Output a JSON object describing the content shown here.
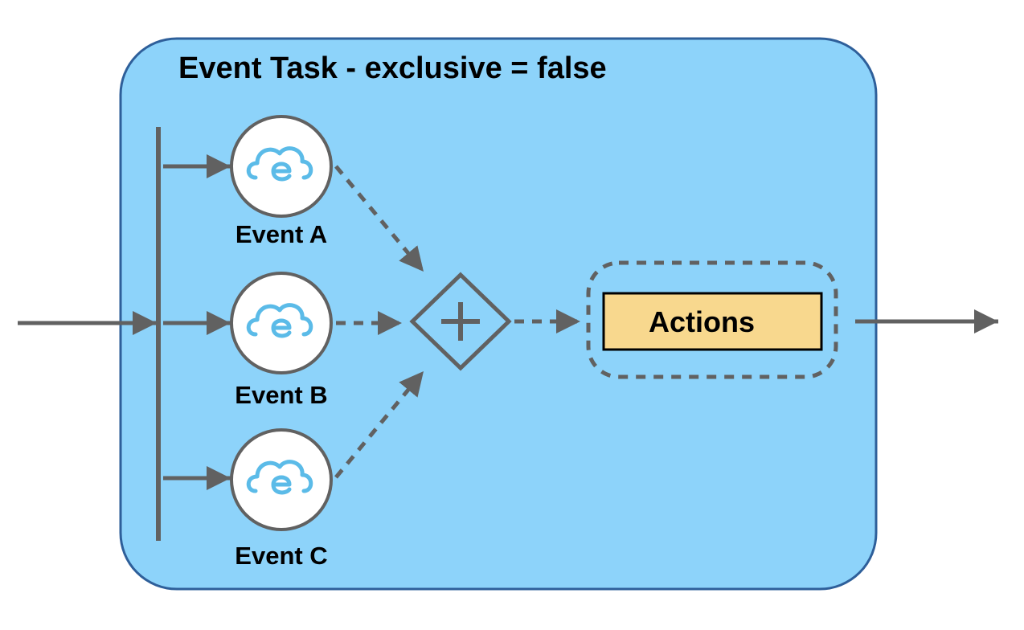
{
  "diagram": {
    "title": "Event Task - exclusive = false",
    "events": [
      {
        "label": "Event A",
        "icon": "cloud-event-icon"
      },
      {
        "label": "Event B",
        "icon": "cloud-event-icon"
      },
      {
        "label": "Event C",
        "icon": "cloud-event-icon"
      }
    ],
    "gateway": {
      "type": "parallel",
      "icon": "plus-icon"
    },
    "actions_label": "Actions"
  },
  "colors": {
    "container_fill": "#8dd3fa",
    "container_stroke": "#2e5f9a",
    "connector": "#616161",
    "event_icon": "#5bbbe8",
    "actions_fill": "#f8d88e",
    "actions_stroke": "#000000"
  }
}
